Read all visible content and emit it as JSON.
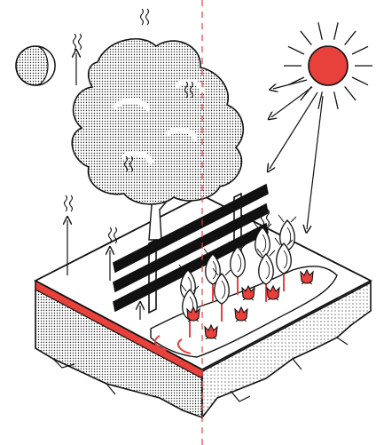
{
  "diagram": {
    "icons": {
      "moon": "crescent-moon-icon",
      "sun": "sun-icon",
      "tree": "tree-icon",
      "fence": "fence-icon",
      "plants": "plant-icon",
      "flowers": "tulip-icon",
      "heat": "heat-wave-icon",
      "arrows": "arrow-icon"
    },
    "colors": {
      "accent": "#e8413c",
      "ink": "#111111",
      "paper": "#ffffff",
      "stipple": "#9a9a9a"
    },
    "counts": {
      "upward_heat_arrows": 4,
      "sun_rays_to_ground": 4,
      "pear_plants": 9,
      "red_tulips": 6
    }
  }
}
